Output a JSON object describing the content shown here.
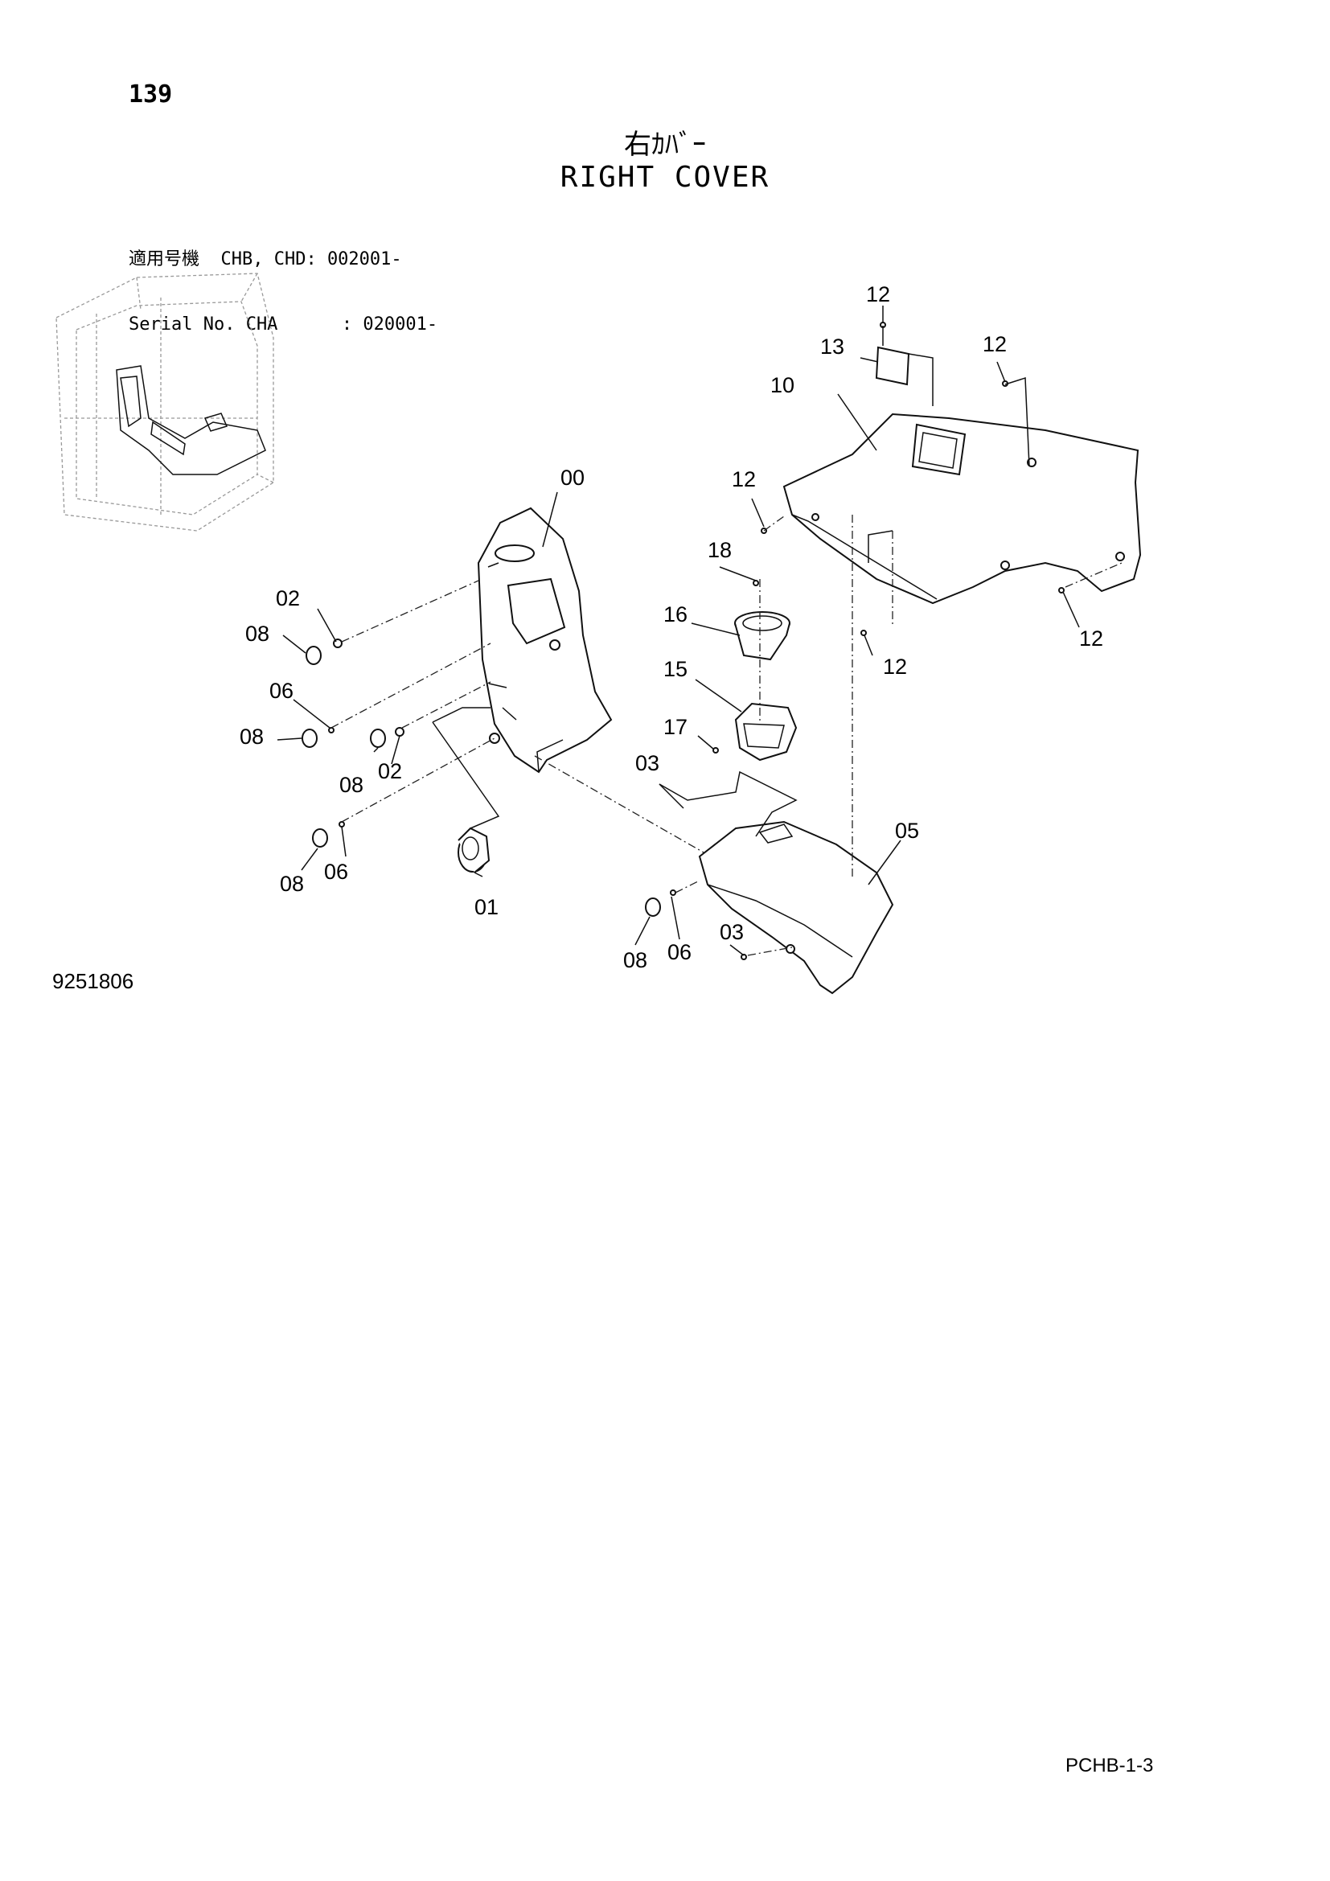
{
  "header": {
    "page_number": "139",
    "title_jp": "右ｶﾊﾞｰ",
    "title_en": "RIGHT COVER",
    "serial_line1": "適用号機  CHB, CHD: 002001-",
    "serial_line2": "Serial No. CHA      : 020001-"
  },
  "footer": {
    "drawing_number": "9251806",
    "page_code": "PCHB-1-3"
  },
  "callouts": {
    "c00": "00",
    "c01": "01",
    "c02a": "02",
    "c02b": "02",
    "c03a": "03",
    "c03b": "03",
    "c05": "05",
    "c06a": "06",
    "c06b": "06",
    "c06c": "06",
    "c08a": "08",
    "c08b": "08",
    "c08c": "08",
    "c08d": "08",
    "c08e": "08",
    "c10": "10",
    "c12a": "12",
    "c12b": "12",
    "c12c": "12",
    "c12d": "12",
    "c12e": "12",
    "c13": "13",
    "c15": "15",
    "c16": "16",
    "c17": "17",
    "c18": "18"
  }
}
